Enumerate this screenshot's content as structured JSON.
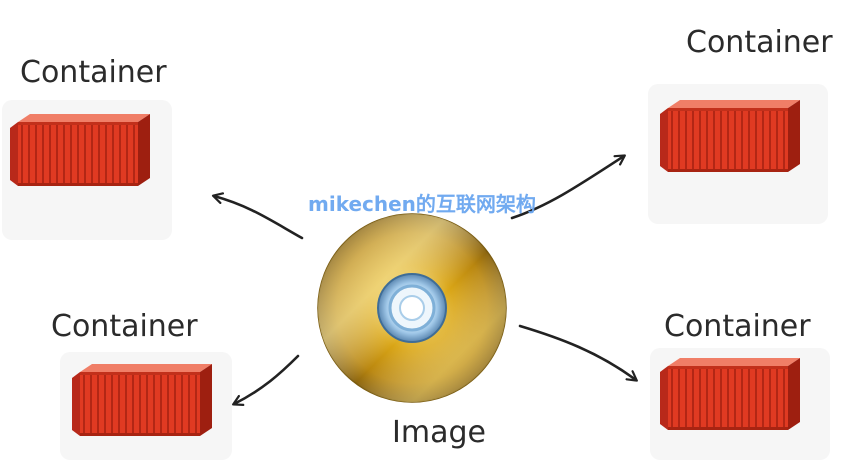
{
  "labels": {
    "container_top_left": "Container",
    "container_top_right": "Container",
    "container_bottom_left": "Container",
    "container_bottom_right": "Container",
    "image": "Image"
  },
  "watermark": "mikechen的互联网架构",
  "colors": {
    "container_red": "#e03a22",
    "container_dark": "#9e1f10",
    "container_top": "#f07e67",
    "disc_gold": "#d9a516",
    "disc_gold_light": "#f7dc6a",
    "disc_gold_dark": "#8a6410",
    "hub_blue": "#9fc7e8",
    "arrow": "#222222",
    "watermark": "#6aa6f0"
  },
  "icons": [
    "shipping-container-icon",
    "optical-disc-icon",
    "arrow-icon"
  ]
}
